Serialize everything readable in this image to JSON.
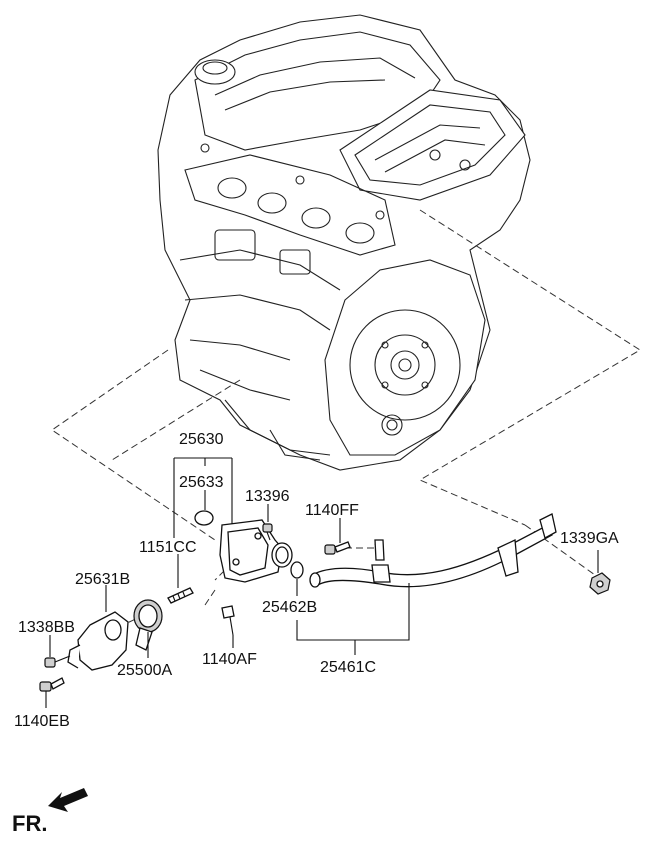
{
  "labels": {
    "p25630": "25630",
    "p25633": "25633",
    "p13396": "13396",
    "p1140FF": "1140FF",
    "p1339GA": "1339GA",
    "p1151CC": "1151CC",
    "p25631B": "25631B",
    "p1338BB": "1338BB",
    "p25462B": "25462B",
    "p25500A": "25500A",
    "p1140AF": "1140AF",
    "p25461C": "25461C",
    "p1140EB": "1140EB"
  },
  "direction": {
    "text": "FR."
  }
}
